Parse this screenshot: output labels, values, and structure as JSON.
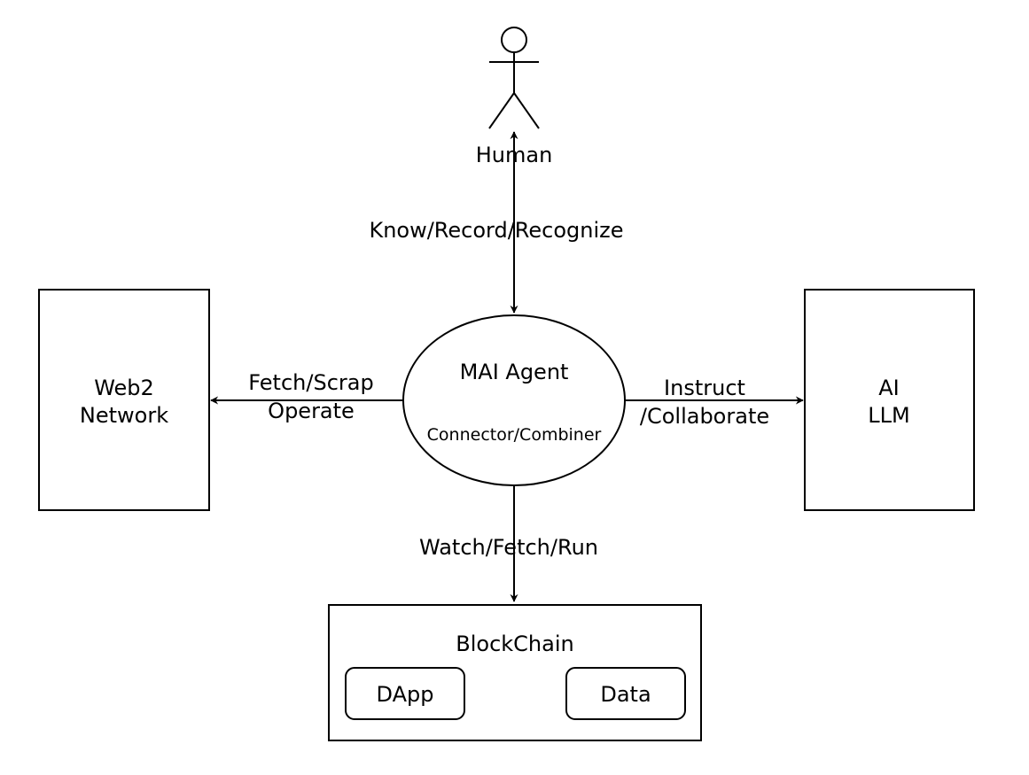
{
  "human": {
    "label": "Human"
  },
  "agent": {
    "title": "MAI Agent",
    "subtitle": "Connector/Combiner"
  },
  "web2": {
    "line1": "Web2",
    "line2": "Network"
  },
  "ai": {
    "line1": "AI",
    "line2": "LLM"
  },
  "blockchain": {
    "title": "BlockChain",
    "items": [
      "DApp",
      "Data"
    ]
  },
  "edges": {
    "human_agent": "Know/Record/Recognize",
    "agent_web2": {
      "line1": "Fetch/Scrap",
      "line2": "Operate"
    },
    "agent_ai": {
      "line1": "Instruct",
      "line2": "/Collaborate"
    },
    "agent_blockchain": "Watch/Fetch/Run"
  }
}
